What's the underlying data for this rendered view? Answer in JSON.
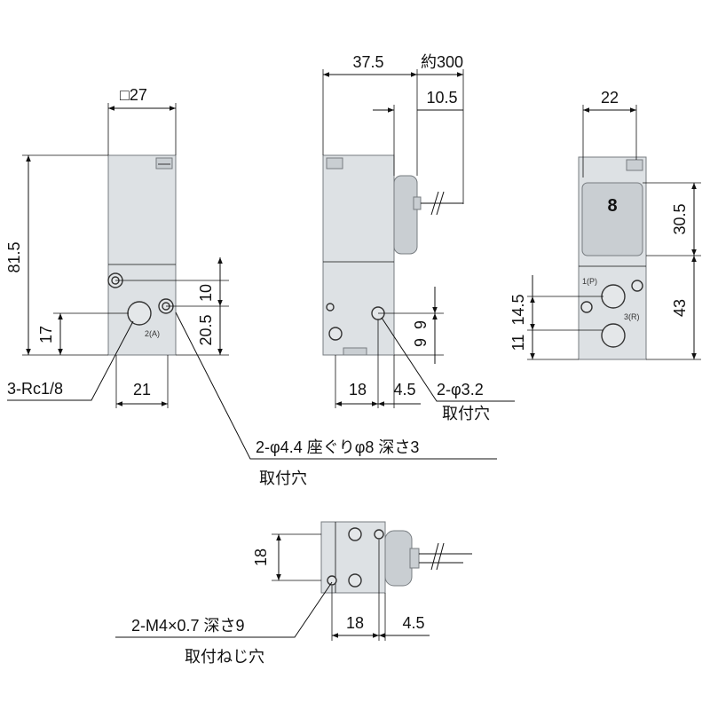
{
  "front_view": {
    "size_label": "□27",
    "height_label": "81.5",
    "port_height_label": "17",
    "hole_pitch_label": "10",
    "hole_height_label": "20.5",
    "port_width_label": "21",
    "port_label": "2(A)",
    "port_callout": "3-Rc1/8",
    "hole_callout": "2-φ4.4 座ぐりφ8 深さ3",
    "hole_callout_sub": "取付穴"
  },
  "side_view": {
    "depth_label": "37.5",
    "lead_length_label": "約300",
    "lead_offset_label": "10.5",
    "hole_pitch_v1": "9",
    "hole_pitch_v2": "9",
    "width_a_label": "18",
    "width_b_label": "4.5",
    "hole_callout": "2-φ3.2",
    "hole_callout_sub": "取付穴"
  },
  "back_view": {
    "width_label": "22",
    "coil_height_label": "30.5",
    "base_height_label": "43",
    "port_pitch_a": "11",
    "port_pitch_b": "14.5",
    "indicator_label": "8",
    "port_p_label": "1(P)",
    "port_r_label": "3(R)"
  },
  "bottom_view": {
    "height_label": "18",
    "width_a_label": "18",
    "width_b_label": "4.5",
    "thread_callout": "2-M4×0.7 深さ9",
    "thread_callout_sub": "取付ねじ穴"
  }
}
